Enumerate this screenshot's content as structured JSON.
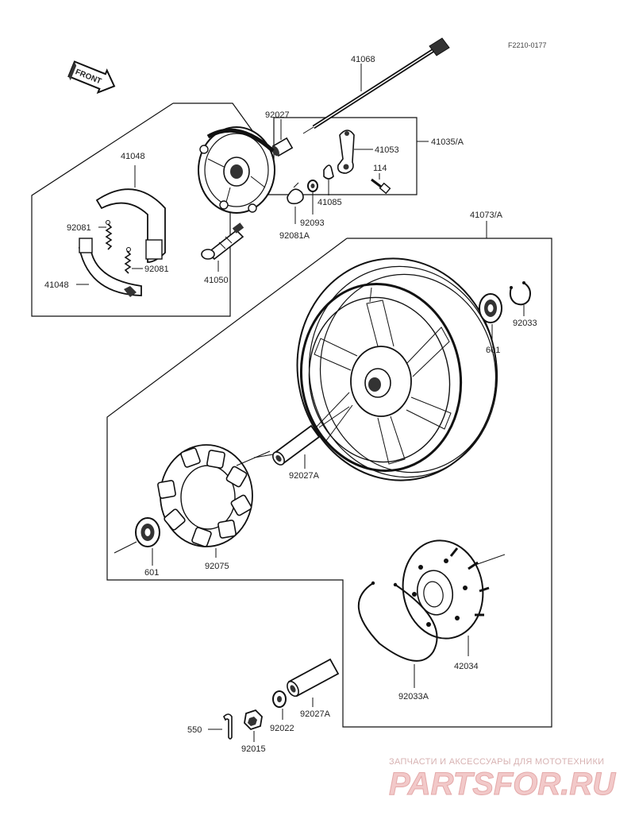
{
  "diagram": {
    "figure_code": "F2210-0177",
    "front_arrow_label": "FRONT",
    "labels": {
      "p41068": "41068",
      "p92027": "92027",
      "p41035": "41035/A",
      "p41053": "41053",
      "p114": "114",
      "p41085": "41085",
      "p92093": "92093",
      "p92081A": "92081A",
      "p41048_top": "41048",
      "p92081_left": "92081",
      "p92081_right": "92081",
      "p41048_bottom": "41048",
      "p41050": "41050",
      "p41073": "41073/A",
      "p601_right": "601",
      "p92033": "92033",
      "p92027A_mid": "92027A",
      "p92075": "92075",
      "p601_left": "601",
      "p42034": "42034",
      "p92033A": "92033A",
      "p92027A_bottom": "92027A",
      "p92022": "92022",
      "p550": "550",
      "p92015": "92015"
    }
  },
  "watermark": {
    "top_text": "ЗАПЧАСТИ И АКСЕССУАРЫ ДЛЯ МОТОТЕХНИКИ",
    "brand": "PARTSFOR.RU"
  },
  "colors": {
    "line": "#111111",
    "watermark": "#e4a9a9"
  }
}
